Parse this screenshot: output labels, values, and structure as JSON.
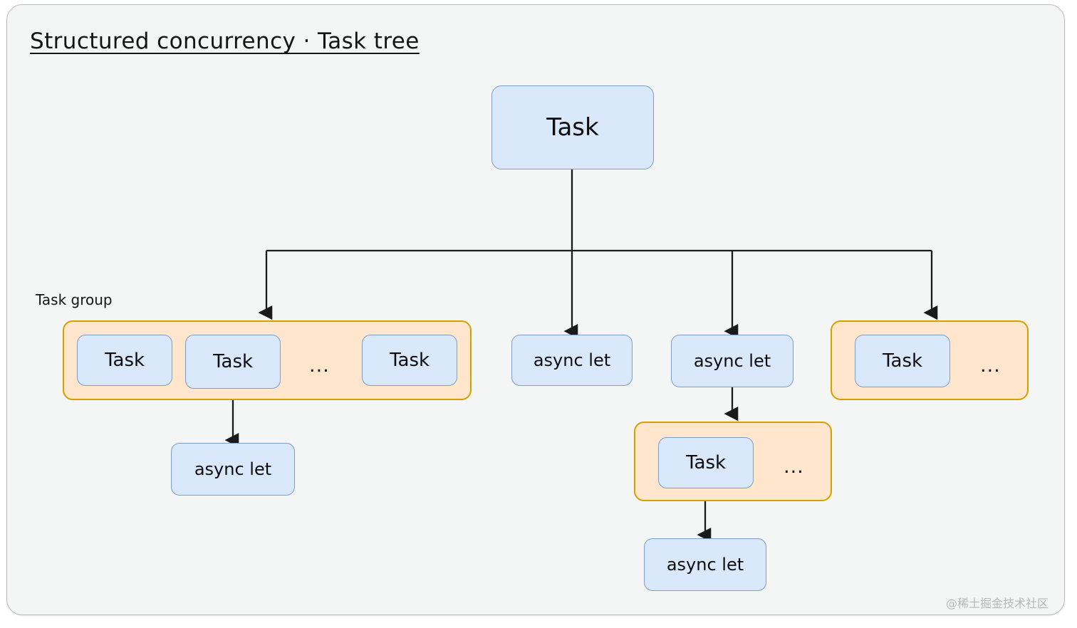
{
  "diagram": {
    "title": "Structured concurrency · Task tree",
    "watermark": "@稀土掘金技术社区",
    "colors": {
      "canvas": "#ffffff",
      "panel": "#f4f5f5",
      "panel_border": "#b9bcbe",
      "node_fill": "#dae8fc",
      "node_border": "#7d9dcb",
      "group_fill": "#ffe6cc",
      "group_border": "#d6a000",
      "edge": "#1a1a1a",
      "text": "#0d0d0d",
      "watermark": "#b5b7b9"
    },
    "labels": {
      "task_group_caption": "Task group",
      "ellipsis": "...",
      "root_task": "Task",
      "task": "Task",
      "async_let": "async let"
    },
    "nodes": {
      "root": {
        "label": "Task"
      },
      "group_left": {
        "caption": "Task group",
        "tasks": [
          {
            "label": "Task"
          },
          {
            "label": "Task"
          },
          {
            "label": "Task"
          }
        ],
        "ellipsis": "..."
      },
      "async_let_1": {
        "label": "async let"
      },
      "async_let_2": {
        "label": "async let"
      },
      "group_right": {
        "tasks": [
          {
            "label": "Task"
          }
        ],
        "ellipsis": "..."
      },
      "async_let_left_child": {
        "label": "async let"
      },
      "group_nested": {
        "tasks": [
          {
            "label": "Task"
          }
        ],
        "ellipsis": "..."
      },
      "async_let_bottom": {
        "label": "async let"
      }
    }
  }
}
